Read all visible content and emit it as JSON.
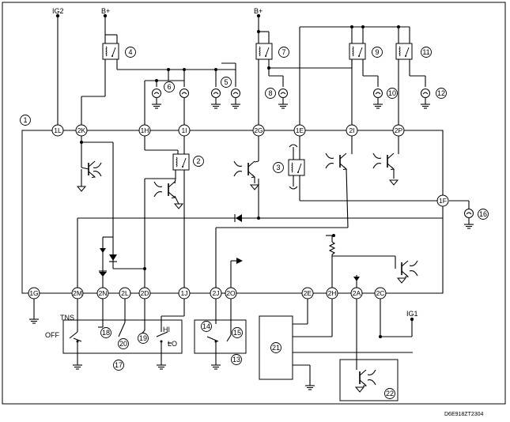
{
  "labels": {
    "ig2": "IG2",
    "b_plus_1": "B+",
    "b_plus_2": "B+",
    "ig1": "IG1",
    "tns": "TNS",
    "off": "OFF",
    "hi": "HI",
    "lo": "LO",
    "ref_code": "D6E918ZT2304"
  },
  "nodes": {
    "n1L": "1L",
    "n2K": "2K",
    "n1H": "1H",
    "n1I": "1I",
    "n2G": "2G",
    "n1E": "1E",
    "n2I": "2I",
    "n2P": "2P",
    "n1F": "1F",
    "n1G": "1G",
    "n2M": "2M",
    "n2N": "2N",
    "n2L": "2L",
    "n2D": "2D",
    "n1J": "1J",
    "n2J": "2J",
    "n2O": "2O",
    "n2E": "2E",
    "n2H": "2H",
    "n2A": "2A",
    "n2C": "2C"
  },
  "callouts": {
    "c1": "1",
    "c2": "2",
    "c3": "3",
    "c4": "4",
    "c5": "5",
    "c6": "6",
    "c7": "7",
    "c8": "8",
    "c9": "9",
    "c10": "10",
    "c11": "11",
    "c12": "12",
    "c13": "13",
    "c14": "14",
    "c15": "15",
    "c16": "16",
    "c17": "17",
    "c18": "18",
    "c19": "19",
    "c20": "20",
    "c21": "21",
    "c22": "22"
  }
}
